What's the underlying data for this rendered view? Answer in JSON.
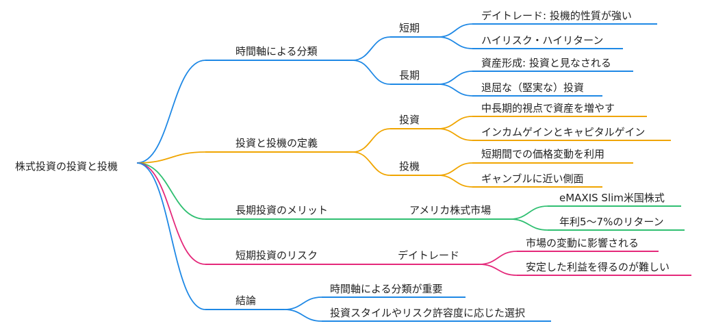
{
  "root": {
    "label": "株式投資の投資と投機"
  },
  "colors": {
    "blue": "#1e88e5",
    "orange": "#f0a500",
    "green": "#2fbf71",
    "pink": "#e4287a"
  },
  "branches": [
    {
      "label": "時間軸による分類",
      "color": "blue",
      "children": [
        {
          "label": "短期",
          "children": [
            {
              "label": "デイトレード: 投機的性質が強い"
            },
            {
              "label": "ハイリスク・ハイリターン"
            }
          ]
        },
        {
          "label": "長期",
          "children": [
            {
              "label": "資産形成: 投資と見なされる"
            },
            {
              "label": "退屈な（堅実な）投資"
            }
          ]
        }
      ]
    },
    {
      "label": "投資と投機の定義",
      "color": "orange",
      "children": [
        {
          "label": "投資",
          "children": [
            {
              "label": "中長期的視点で資産を増やす"
            },
            {
              "label": "インカムゲインとキャピタルゲイン"
            }
          ]
        },
        {
          "label": "投機",
          "children": [
            {
              "label": "短期間での価格変動を利用"
            },
            {
              "label": "ギャンブルに近い側面"
            }
          ]
        }
      ]
    },
    {
      "label": "長期投資のメリット",
      "color": "green",
      "children": [
        {
          "label": "アメリカ株式市場",
          "children": [
            {
              "label": "eMAXIS Slim米国株式"
            },
            {
              "label": "年利5～7%のリターン"
            }
          ]
        }
      ]
    },
    {
      "label": "短期投資のリスク",
      "color": "pink",
      "children": [
        {
          "label": "デイトレード",
          "children": [
            {
              "label": "市場の変動に影響される"
            },
            {
              "label": "安定した利益を得るのが難しい"
            }
          ]
        }
      ]
    },
    {
      "label": "結論",
      "color": "blue",
      "children": [
        {
          "label": "時間軸による分類が重要"
        },
        {
          "label": "投資スタイルやリスク許容度に応じた選択"
        }
      ]
    }
  ]
}
